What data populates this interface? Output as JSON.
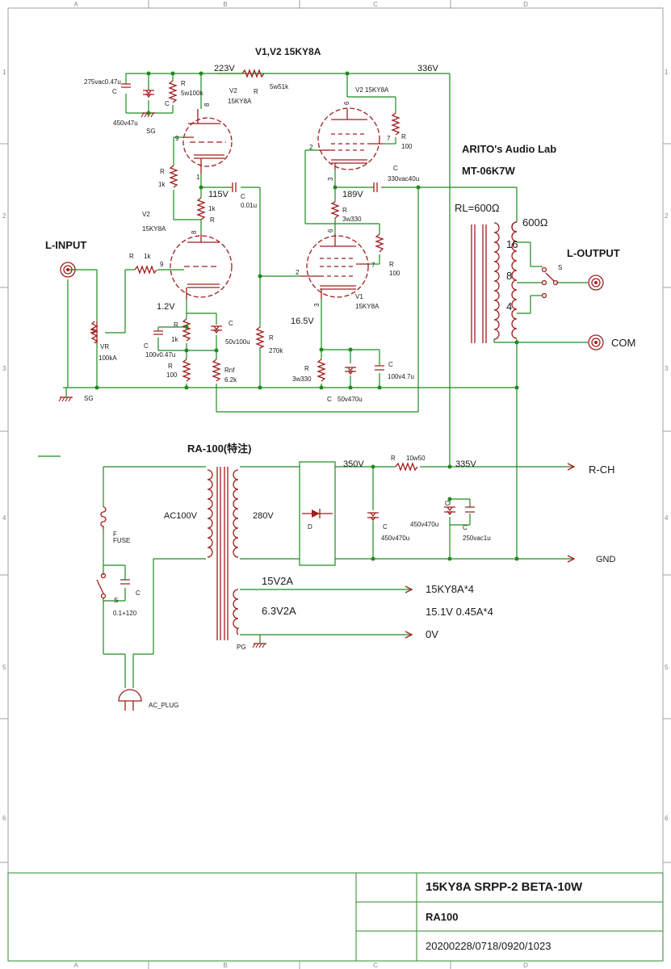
{
  "frame": {
    "cols": [
      "A",
      "B",
      "C",
      "D"
    ],
    "rows": [
      "1",
      "2",
      "3",
      "4",
      "5",
      "6"
    ]
  },
  "amp": {
    "title": "V1,V2 15KY8A",
    "v223": "223V",
    "v336": "336V",
    "v115": "115V",
    "v189": "189V",
    "v1_2": "1.2V",
    "v16_5": "16.5V",
    "c_top_left_val": "275vac0.47u",
    "c_top_left": "C",
    "c_sg_val": "450v47u",
    "c_sg": "C",
    "sg_label_top": "SG",
    "r_top": "R",
    "r_top_val": "5w100k",
    "r_top_c": "C",
    "r_series": "5w51k",
    "r_series_name": "R",
    "v2_top_name": "V2",
    "v2_top_type": "15KY8A",
    "v2_right_name": "V2 15KY8A",
    "r_grid_name": "R",
    "r_grid_val": "1k",
    "pin9a": "9",
    "pin8a": "8",
    "pin1a": "1",
    "r_mid_val": "1k",
    "r_mid_name": "R",
    "c_coupling_name": "C",
    "c_coupling_val": "0.01u",
    "v2_low_name": "V2",
    "v2_low_type": "15KY8A",
    "pin8b": "8",
    "pin9b": "9",
    "input_label": "L-INPUT",
    "r_in_name": "R",
    "r_in_val": "1k",
    "vr_name": "VR",
    "vr_val": "100kA",
    "sg_label_bot": "SG",
    "c_k_name": "C",
    "c_k_val": "100v0.47u",
    "r_k_name": "R",
    "r_k_val": "1k",
    "r_k2_name": "R",
    "r_k2_val": "100",
    "c_kb_name": "C",
    "c_kb_val": "50v100u",
    "rnf_name": "Rnf",
    "rnf_val": "6.2k",
    "r270_name": "R",
    "r270_val": "270k",
    "pin6a": "6",
    "pin7a": "7",
    "pin2a": "2",
    "pin3a": "3",
    "r100a_name": "R",
    "r100a_val": "100",
    "c_out_name": "C",
    "c_out_val": "330vac40u",
    "r3w_name": "R",
    "r3w_val": "3w330",
    "pin6b": "6",
    "pin7b": "7",
    "pin2b": "2",
    "pin3b": "3",
    "r100b_name": "R",
    "r100b_val": "100",
    "v1_name": "V1",
    "v1_type": "15KY8A",
    "r3w2_name": "R",
    "r3w2_val": "3w330",
    "c_cath_name": "C",
    "c_cath_val": "100v4.7u",
    "c_470_name": "C",
    "c_470_val": "50v470u",
    "lab_name": "ARITO's Audio Lab",
    "model": "MT-06K7W",
    "rl": "RL=600Ω",
    "ohm600": "600Ω",
    "tap16": "16",
    "tap8": "8",
    "tap4": "4",
    "switch_s": "S",
    "output_label": "L-OUTPUT",
    "com_label": "COM"
  },
  "psu": {
    "title": "RA-100(特注)",
    "ac100": "AC100V",
    "v280": "280V",
    "v350": "350V",
    "r_name": "R",
    "r_val": "10w50",
    "v335": "335V",
    "rch": "R-CH",
    "c1_name": "C",
    "c1_val": "450v470u",
    "c2_name": "C",
    "c2_val": "450v470u",
    "c3_name": "C",
    "c3_val": "250vac1u",
    "d_name": "D",
    "gnd": "GND",
    "fuse_f": "F",
    "fuse": "FUSE",
    "sw_s": "S",
    "c_sw": "C",
    "c_sw_val": "0.1+120",
    "h15v": "15V2A",
    "h63v": "6.3V2A",
    "tubes": "15KY8A*4",
    "heater_spec": "15.1V  0.45A*4",
    "zero_v": "0V",
    "pg": "PG",
    "plug": "AC_PLUG"
  },
  "title_block": {
    "title": "15KY8A SRPP-2 BETA-10W",
    "name": "RA100",
    "date": "20200228/0718/0920/1023"
  }
}
